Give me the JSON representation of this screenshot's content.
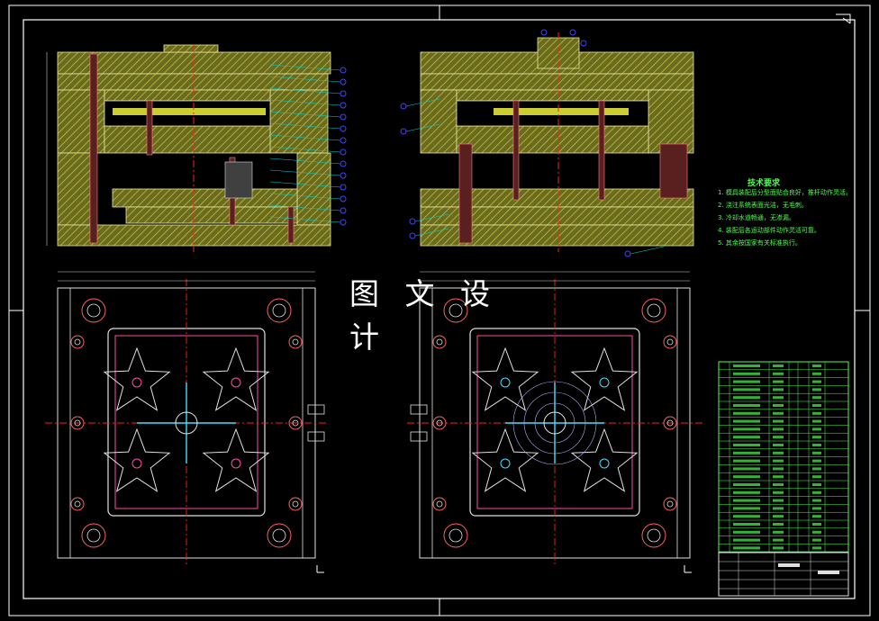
{
  "watermark": "图 文 设 计",
  "technical_requirements": {
    "title": "技术要求",
    "lines": [
      "1. 模具装配后分型面贴合良好，推杆动作灵活。",
      "2. 浇注系统表面光洁，无毛刺。",
      "3. 冷却水道畅通，无渗漏。",
      "4. 装配后各运动部件动作灵活可靠。",
      "5. 其余按国家有关标准执行。"
    ]
  },
  "colors": {
    "frame": "#ffffff",
    "plate_fill": "#6b6b1e",
    "hatch": "#c8c850",
    "centerline": "#ff2020",
    "balloon": "#4040ff",
    "leader": "#00d0d0",
    "annotation": "#4dff4d",
    "pink": "#ff4da6",
    "cyan": "#40e0ff",
    "table": "#4dff4d"
  },
  "icons": [
    "corner-mark-icon",
    "balloon-icon"
  ]
}
